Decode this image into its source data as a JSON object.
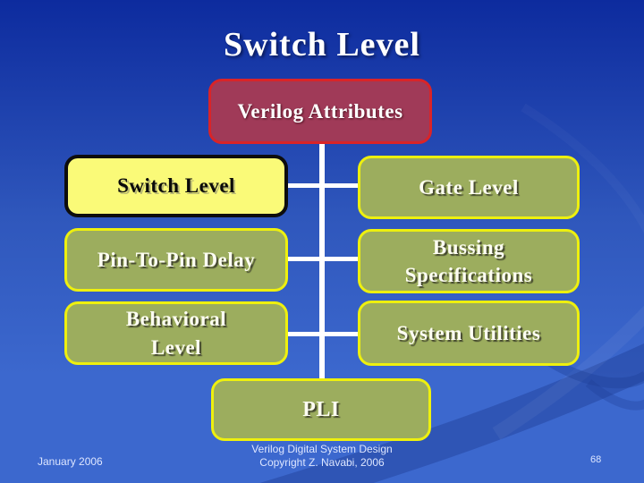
{
  "slide": {
    "title": "Switch Level"
  },
  "diagram": {
    "root": {
      "label": "Verilog Attributes"
    },
    "left": [
      {
        "label": "Switch Level",
        "highlighted": true
      },
      {
        "label": "Pin-To-Pin Delay"
      },
      {
        "label": "Behavioral Level",
        "lines": [
          "Behavioral",
          "Level"
        ]
      }
    ],
    "right": [
      {
        "label": "Gate Level"
      },
      {
        "label": "Bussing Specifications",
        "lines": [
          "Bussing",
          "Specifications"
        ]
      },
      {
        "label": "System Utilities"
      }
    ],
    "bottom": {
      "label": "PLI"
    }
  },
  "footer": {
    "date": "January 2006",
    "credit_line1": "Verilog Digital System Design",
    "credit_line2": "Copyright Z. Navabi, 2006",
    "page": "68"
  },
  "colors": {
    "bg-top": "#0d2b9e",
    "bg-mid": "#2f57bc",
    "bg-bottom": "#3c68ce",
    "box-maroon": "#a03a58",
    "border-red": "#d92428",
    "box-yellow": "#fafa78",
    "border-black": "#0d0d0d",
    "box-green": "#9cad5e",
    "border-yellow": "#eef00e",
    "green-box-text": "#fdfdf2",
    "connector": "#ffffff",
    "title-text": "#ffffff",
    "footer-text": "#dde6ff"
  }
}
